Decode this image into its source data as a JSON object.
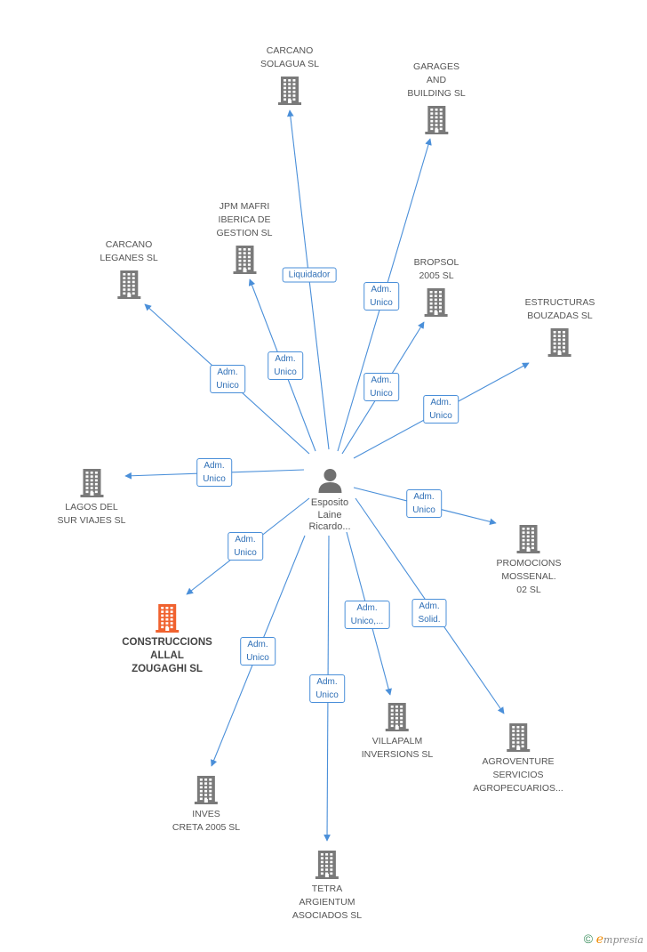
{
  "center": {
    "icon": "person-icon",
    "label_lines": [
      "Esposito",
      "Laine",
      "Ricardo..."
    ]
  },
  "companies": [
    {
      "id": "carcano-solagua",
      "lines": [
        "CARCANO",
        "SOLAGUA SL"
      ],
      "icon": "building-icon",
      "highlight": false
    },
    {
      "id": "garages-building",
      "lines": [
        "GARAGES",
        "AND",
        "BUILDING SL"
      ],
      "icon": "building-icon",
      "highlight": false
    },
    {
      "id": "jpm-mafri",
      "lines": [
        "JPM MAFRI",
        "IBERICA DE",
        "GESTION SL"
      ],
      "icon": "building-icon",
      "highlight": false
    },
    {
      "id": "carcano-leganes",
      "lines": [
        "CARCANO",
        "LEGANES SL"
      ],
      "icon": "building-icon",
      "highlight": false
    },
    {
      "id": "bropsol",
      "lines": [
        "BROPSOL",
        "2005 SL"
      ],
      "icon": "building-icon",
      "highlight": false
    },
    {
      "id": "estructuras-bouzadas",
      "lines": [
        "ESTRUCTURAS",
        "BOUZADAS SL"
      ],
      "icon": "building-icon",
      "highlight": false
    },
    {
      "id": "lagos-del-sur",
      "lines": [
        "LAGOS DEL",
        "SUR VIAJES SL"
      ],
      "icon": "building-icon",
      "highlight": false
    },
    {
      "id": "promociones-mossenal",
      "lines": [
        "PROMOCIONS",
        "MOSSENAL.",
        "02 SL"
      ],
      "icon": "building-icon",
      "highlight": false
    },
    {
      "id": "construccions-allal",
      "lines": [
        "CONSTRUCCIONS",
        "ALLAL",
        "ZOUGAGHI SL"
      ],
      "icon": "building-icon",
      "highlight": true
    },
    {
      "id": "villapalm",
      "lines": [
        "VILLAPALM",
        "INVERSIONS SL"
      ],
      "icon": "building-icon",
      "highlight": false
    },
    {
      "id": "agroventure",
      "lines": [
        "AGROVENTURE",
        "SERVICIOS",
        "AGROPECUARIOS..."
      ],
      "icon": "building-icon",
      "highlight": false
    },
    {
      "id": "inves-creta",
      "lines": [
        "INVES",
        "CRETA 2005 SL"
      ],
      "icon": "building-icon",
      "highlight": false
    },
    {
      "id": "tetra-argientum",
      "lines": [
        "TETRA",
        "ARGIENTUM",
        "ASOCIADOS SL"
      ],
      "icon": "building-icon",
      "highlight": false
    }
  ],
  "relations": [
    {
      "to": "carcano-solagua",
      "lines": [
        "Liquidador"
      ]
    },
    {
      "to": "garages-building",
      "lines": [
        "Adm.",
        "Unico"
      ]
    },
    {
      "to": "jpm-mafri",
      "lines": [
        "Adm.",
        "Unico"
      ]
    },
    {
      "to": "carcano-leganes",
      "lines": [
        "Adm.",
        "Unico"
      ]
    },
    {
      "to": "bropsol",
      "lines": [
        "Adm.",
        "Unico"
      ]
    },
    {
      "to": "estructuras-bouzadas",
      "lines": [
        "Adm.",
        "Unico"
      ]
    },
    {
      "to": "lagos-del-sur",
      "lines": [
        "Adm.",
        "Unico"
      ]
    },
    {
      "to": "promociones-mossenal",
      "lines": [
        "Adm.",
        "Unico"
      ]
    },
    {
      "to": "construccions-allal",
      "lines": [
        "Adm.",
        "Unico"
      ]
    },
    {
      "to": "villapalm",
      "lines": [
        "Adm.",
        "Unico,..."
      ]
    },
    {
      "to": "agroventure",
      "lines": [
        "Adm.",
        "Solid."
      ]
    },
    {
      "to": "inves-creta",
      "lines": [
        "Adm.",
        "Unico"
      ]
    },
    {
      "to": "tetra-argientum",
      "lines": [
        "Adm.",
        "Unico"
      ]
    }
  ],
  "colors": {
    "edge": "#4a8fd9",
    "building": "#7a7a7a",
    "building_highlight": "#f0622f",
    "person": "#707070"
  },
  "footer": {
    "copyright_symbol": "©",
    "brand_initial": "e",
    "brand_rest": "mpresia"
  }
}
